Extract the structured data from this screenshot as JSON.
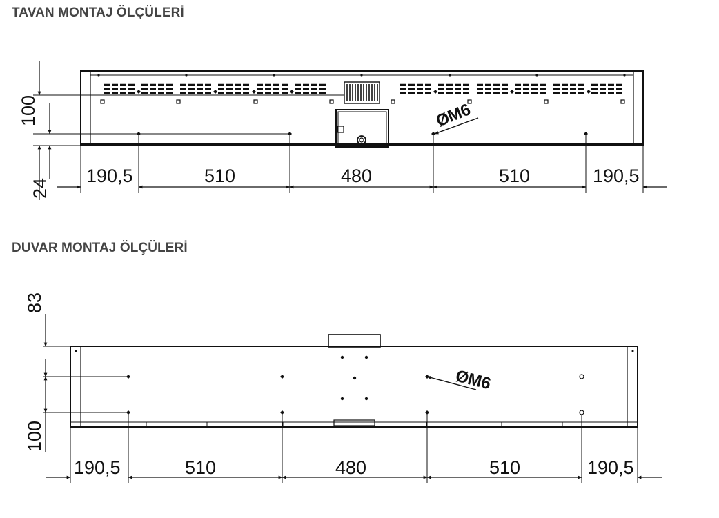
{
  "sections": [
    {
      "title": "TAVAN MONTAJ ÖLÇÜLERİ",
      "vertical_dims": [
        "100",
        "24"
      ],
      "horizontal_dims": [
        "190,5",
        "510",
        "480",
        "510",
        "190,5"
      ],
      "bolt_label": "M6",
      "diameter_symbol": "Ø"
    },
    {
      "title": "DUVAR MONTAJ ÖLÇÜLERİ",
      "vertical_dims": [
        "83",
        "100"
      ],
      "horizontal_dims": [
        "190,5",
        "510",
        "480",
        "510",
        "190,5"
      ],
      "bolt_label": "M6",
      "diameter_symbol": "Ø"
    }
  ]
}
